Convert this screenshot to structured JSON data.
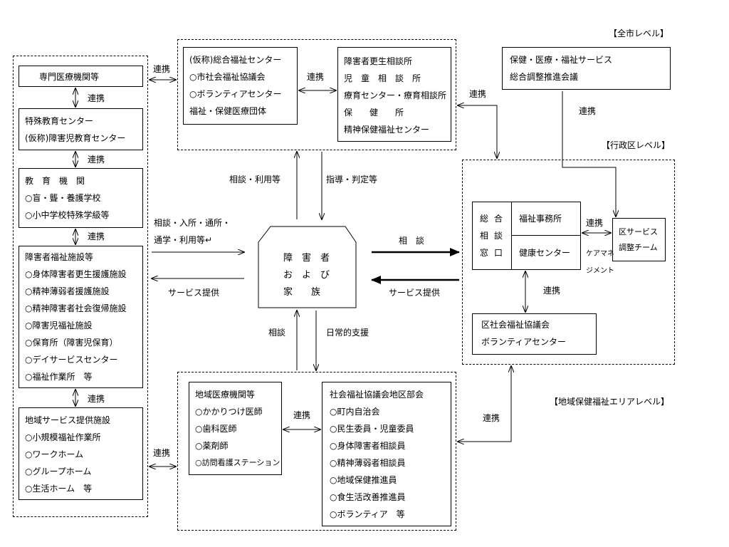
{
  "levels": {
    "city": "【全市レベル】",
    "ward": "【行政区レベル】",
    "area": "【地域保健福祉エリアレベル】"
  },
  "left_column": {
    "specialized_medical": "専門医療機関等",
    "special_education": [
      "特殊教育センター",
      "(仮称)障害児教育センター"
    ],
    "education": [
      "教　育　機　関",
      "○盲・聾・養護学校",
      "○小中学校特殊学級等"
    ],
    "welfare_facilities": [
      "障害者福祉施設等",
      "○身体障害者更生援護施設",
      "○精神薄弱者援護施設",
      "○精神障害者社会復帰施設",
      "○障害児福祉施設",
      "○保育所（障害児保育）",
      "○デイサービスセンター",
      "○福祉作業所　等"
    ],
    "community_services": [
      "地域サービス提供施設",
      "○小規模福祉作業所",
      "○ワークホーム",
      "○グループホーム",
      "○生活ホーム　等"
    ],
    "renkei": [
      "連携",
      "連携",
      "連携",
      "連携"
    ]
  },
  "top_center": {
    "welfare_center": [
      "(仮称)総合福祉センター",
      "○市社会福祉協議会",
      "○ボランティアセンター",
      "福祉・保健医療団体"
    ],
    "consult_offices": [
      "障害者更生相談所",
      "児　童　相　談　所",
      "療育センター・療育相談所",
      "保　　健　　所",
      "精神保健福祉センター"
    ],
    "renkei_inner": "連携"
  },
  "city_council": [
    "保健・医療・福祉サービス",
    "総合調整推進会議"
  ],
  "ward_block": {
    "window": [
      "総",
      "合",
      "相",
      "談",
      "窓",
      "口"
    ],
    "welfare_office": "福祉事務所",
    "health_center": "健康センター",
    "service_team": [
      "区サービス",
      "調整チーム"
    ],
    "care_management": [
      "ケアマネ",
      "ジメント"
    ],
    "renkei_team": "連携",
    "ward_social": [
      "区社会福祉協議会",
      "ボランティアセンター"
    ],
    "renkei_social": "連携"
  },
  "center": {
    "family": [
      "障　害　者",
      "お　よ　び",
      "家　　族"
    ],
    "left_in": [
      "相談・入所・通所・",
      "通学・利用等↵"
    ],
    "left_out": "サービス提供",
    "right_in": "相　談",
    "right_out": "サービス提供",
    "up": "相談・利用等",
    "down": "指導・判定等",
    "low_up": "相談",
    "low_down": "日常的支援"
  },
  "bottom": {
    "local_medical": [
      "地域医療機関等",
      "○かかりつけ医師",
      "○歯科医師",
      "○薬剤師",
      "○訪問看護ステーション"
    ],
    "district_council": [
      "社会福祉協議会地区部会",
      "○町内自治会",
      "○民生委員・児童委員",
      "○身体障害者相談員",
      "○精神薄弱者相談員",
      "○地域保健推進員",
      "○食生活改善推進員",
      "○ボランティア　等"
    ],
    "renkei_inner": "連携"
  },
  "connections": {
    "top_left": "連携",
    "top_right": "連携",
    "city_ward": "連携",
    "bottom_left": "連携",
    "bottom_right": "連携"
  }
}
